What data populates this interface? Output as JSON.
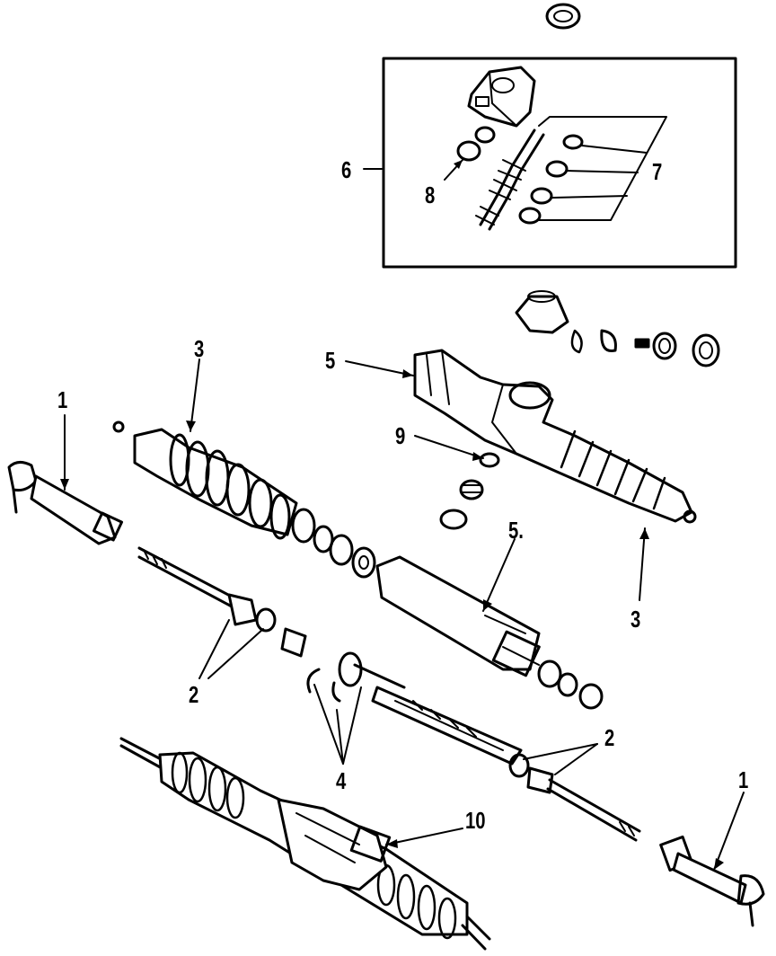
{
  "callouts": {
    "c1_left": "1",
    "c1_right": "1",
    "c2_left": "2",
    "c2_right": "2",
    "c3_upper": "3",
    "c3_lower": "3",
    "c4": "4",
    "c5_upper": "5",
    "c5_lower": "5.",
    "c6": "6",
    "c7": "7",
    "c8": "8",
    "c9": "9",
    "c10": "10"
  },
  "colors": {
    "ink": "#000000",
    "paper": "#ffffff"
  }
}
